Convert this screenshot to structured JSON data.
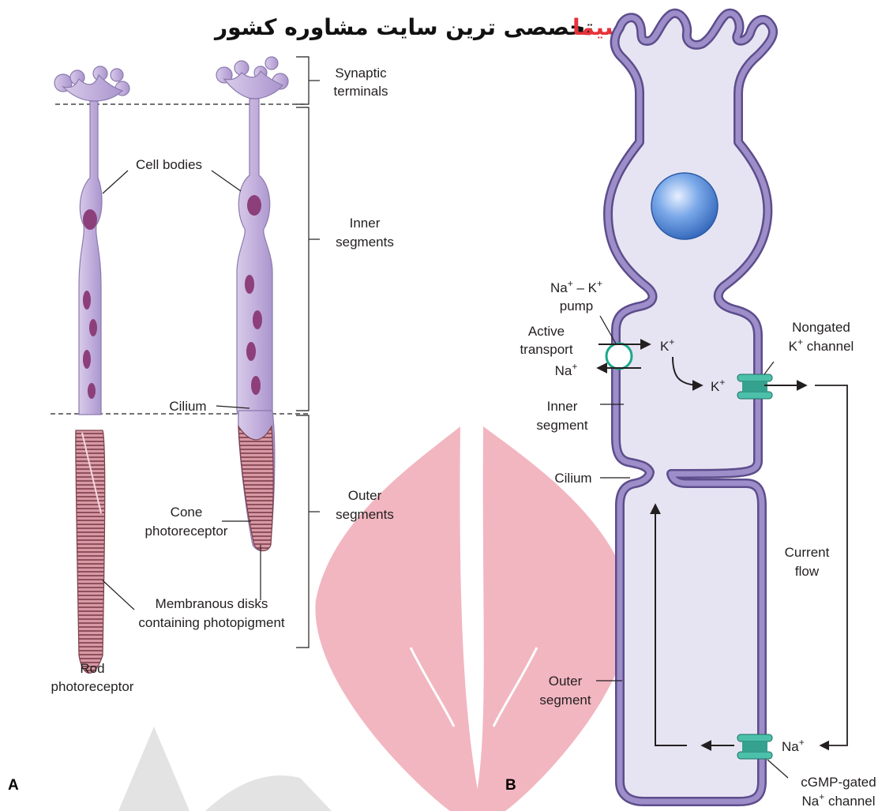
{
  "banner": {
    "text": "تخصصی ترین سایت مشاوره کشور",
    "accent": "سیما"
  },
  "panels": {
    "a": "A",
    "b": "B"
  },
  "panel_a": {
    "regions": {
      "synaptic": [
        "Synaptic",
        "terminals"
      ],
      "inner": [
        "Inner",
        "segments"
      ],
      "outer": [
        "Outer",
        "segments"
      ]
    },
    "labels": {
      "cell_bodies": "Cell bodies",
      "cilium": "Cilium",
      "cone": [
        "Cone",
        "photoreceptor"
      ],
      "disks": [
        "Membranous disks",
        "containing photopigment"
      ],
      "rod": [
        "Rod",
        "photoreceptor"
      ]
    }
  },
  "panel_b": {
    "pump": [
      "Na",
      "+",
      " – K",
      "+",
      "pump"
    ],
    "active_transport": [
      "Active",
      "transport"
    ],
    "k_in": [
      "K",
      "+"
    ],
    "na_out": [
      "Na",
      "+"
    ],
    "k_channel_ion": [
      "K",
      "+"
    ],
    "nongated": [
      "Nongated",
      "K",
      "+",
      " channel"
    ],
    "inner_segment": [
      "Inner",
      "segment"
    ],
    "cilium": "Cilium",
    "current_flow": [
      "Current",
      "flow"
    ],
    "outer_segment": [
      "Outer",
      "segment"
    ],
    "na_in": [
      "Na",
      "+"
    ],
    "cgmp": [
      "cGMP-gated",
      "Na",
      "+",
      " channel"
    ]
  },
  "colors": {
    "membrane": "#8a78b8",
    "cytoplasm": "#e6e4f2",
    "nucleus": "#3f7fd0",
    "channel": "#4cc0aa",
    "pump": "#1aa88a",
    "cell_fill": "#c9b8e0",
    "organelle": "#8c3f7a",
    "disk": "#c17a86",
    "watermark_red": "#f2b6c0",
    "watermark_gray": "#e3e3e3",
    "banner_accent": "#e8323a"
  }
}
